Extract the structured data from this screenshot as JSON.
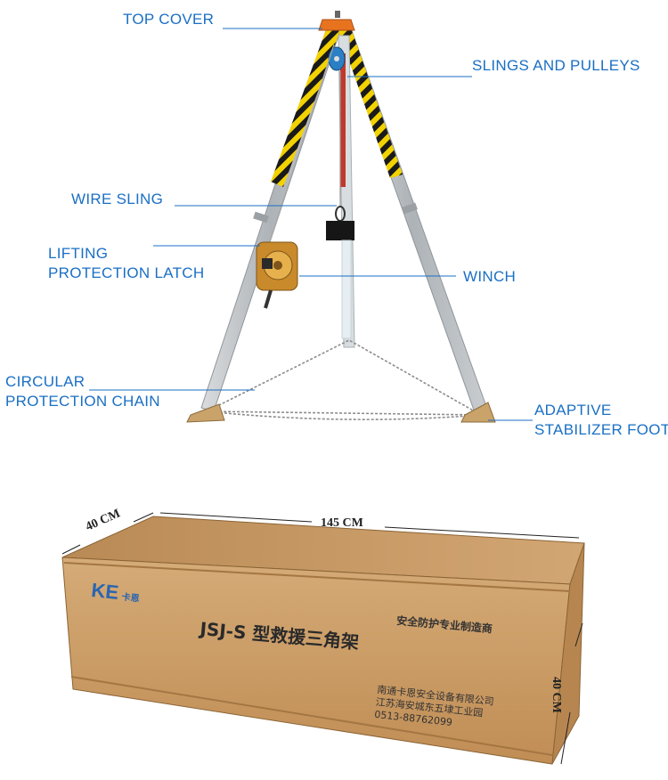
{
  "callouts": {
    "top_cover": "TOP COVER",
    "slings_pulleys": "SLINGS AND PULLEYS",
    "wire_sling": "WIRE SLING",
    "lifting_latch_1": "LIFTING",
    "lifting_latch_2": "PROTECTION LATCH",
    "winch": "WINCH",
    "chain_1": "CIRCULAR",
    "chain_2": "PROTECTION CHAIN",
    "foot_1": "ADAPTIVE",
    "foot_2": "STABILIZER FOOT"
  },
  "box": {
    "length": "145 CM",
    "width": "40 CM",
    "height": "40 CM",
    "brand": "KE",
    "brand_small": "卡恩",
    "model": "JSJ-S 型救援三角架",
    "slogan": "安全防护专业制造商",
    "company": "南通卡恩安全设备有限公司",
    "address": "江苏海安城东五埭工业园",
    "phone": "0513-88762099"
  },
  "colors": {
    "callout": "#1a6fc4",
    "carton": "#c89a63",
    "aluminum": "#bfc3c6",
    "winch": "#c98a2b",
    "cover": "#e8731f"
  }
}
